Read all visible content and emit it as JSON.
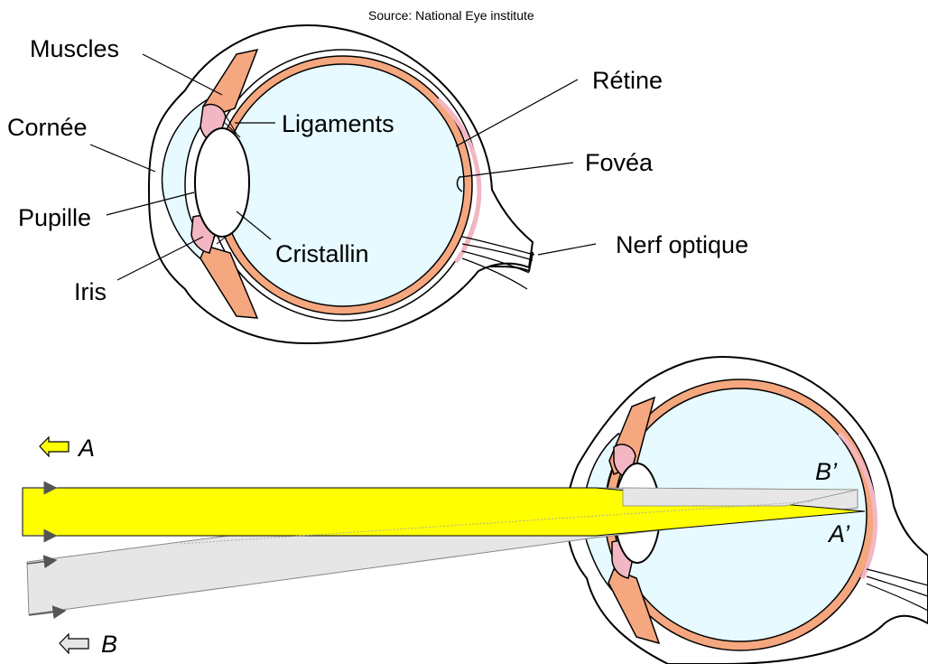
{
  "source": "Source: National Eye institute",
  "labels": {
    "muscles": "Muscles",
    "cornee": "Cornée",
    "pupille": "Pupille",
    "iris": "Iris",
    "ligaments": "Ligaments",
    "cristallin": "Cristallin",
    "retine": "Rétine",
    "fovea": "Fovéa",
    "nerf": "Nerf optique"
  },
  "points": {
    "A": "A",
    "B": "B",
    "A_prime": "A’",
    "B_prime": "B’"
  },
  "colors": {
    "vitreous": "#E6FAFF",
    "sclera": "#F5A77F",
    "retina": "#F2B7C3",
    "yellow_beam": "#FFFF00",
    "grey_beam": "#E6E6E6",
    "lens": "#FFFFFF"
  },
  "icons": [
    "arrow-left-yellow-icon",
    "arrow-left-grey-icon"
  ]
}
